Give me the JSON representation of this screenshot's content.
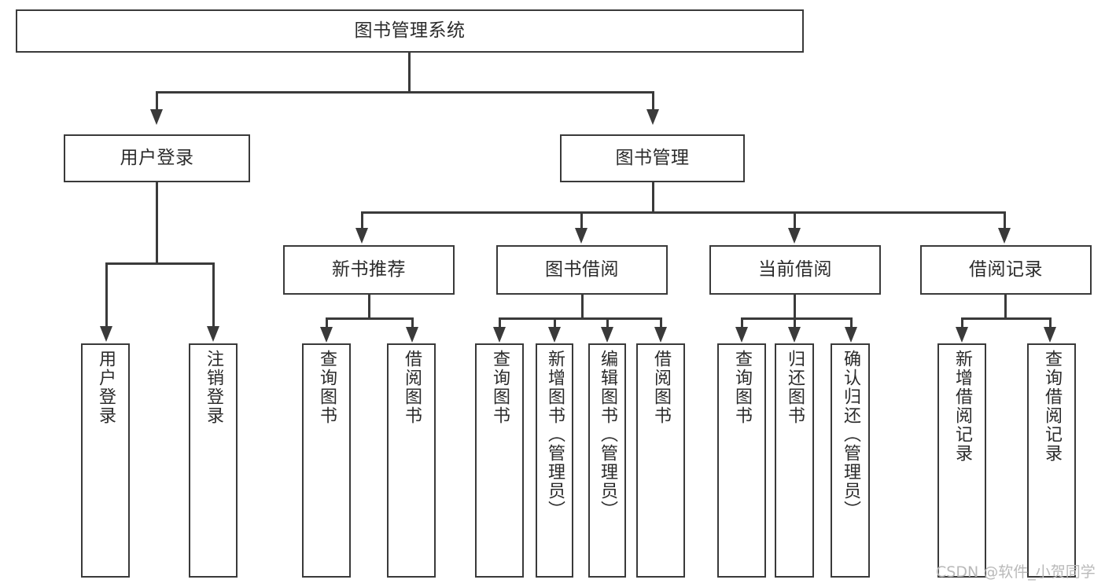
{
  "diagram": {
    "title": "图书管理系统",
    "watermark": "CSDN @软件_小贺同学",
    "line_color": "#3a3a3a",
    "box_fill": "#ffffff",
    "text_color": "#2b2b2b",
    "background": "#ffffff"
  },
  "nodes": {
    "root": {
      "label": "图书管理系统"
    },
    "level2": [
      {
        "label": "用户登录"
      },
      {
        "label": "图书管理"
      }
    ],
    "level3": [
      {
        "label": "新书推荐"
      },
      {
        "label": "图书借阅"
      },
      {
        "label": "当前借阅"
      },
      {
        "label": "借阅记录"
      }
    ],
    "leaves": {
      "user_login": [
        {
          "label": "用户登录"
        },
        {
          "label": "注销登录"
        }
      ],
      "new_book_recommend": [
        {
          "label": "查询图书"
        },
        {
          "label": "借阅图书"
        }
      ],
      "book_borrow": [
        {
          "label": "查询图书"
        },
        {
          "label": "新增图书（管理员）"
        },
        {
          "label": "编辑图书（管理员）"
        },
        {
          "label": "借阅图书"
        }
      ],
      "current_borrow": [
        {
          "label": "查询图书"
        },
        {
          "label": "归还图书"
        },
        {
          "label": "确认归还（管理员）"
        }
      ],
      "borrow_record": [
        {
          "label": "新增借阅记录"
        },
        {
          "label": "查询借阅记录"
        }
      ]
    }
  }
}
